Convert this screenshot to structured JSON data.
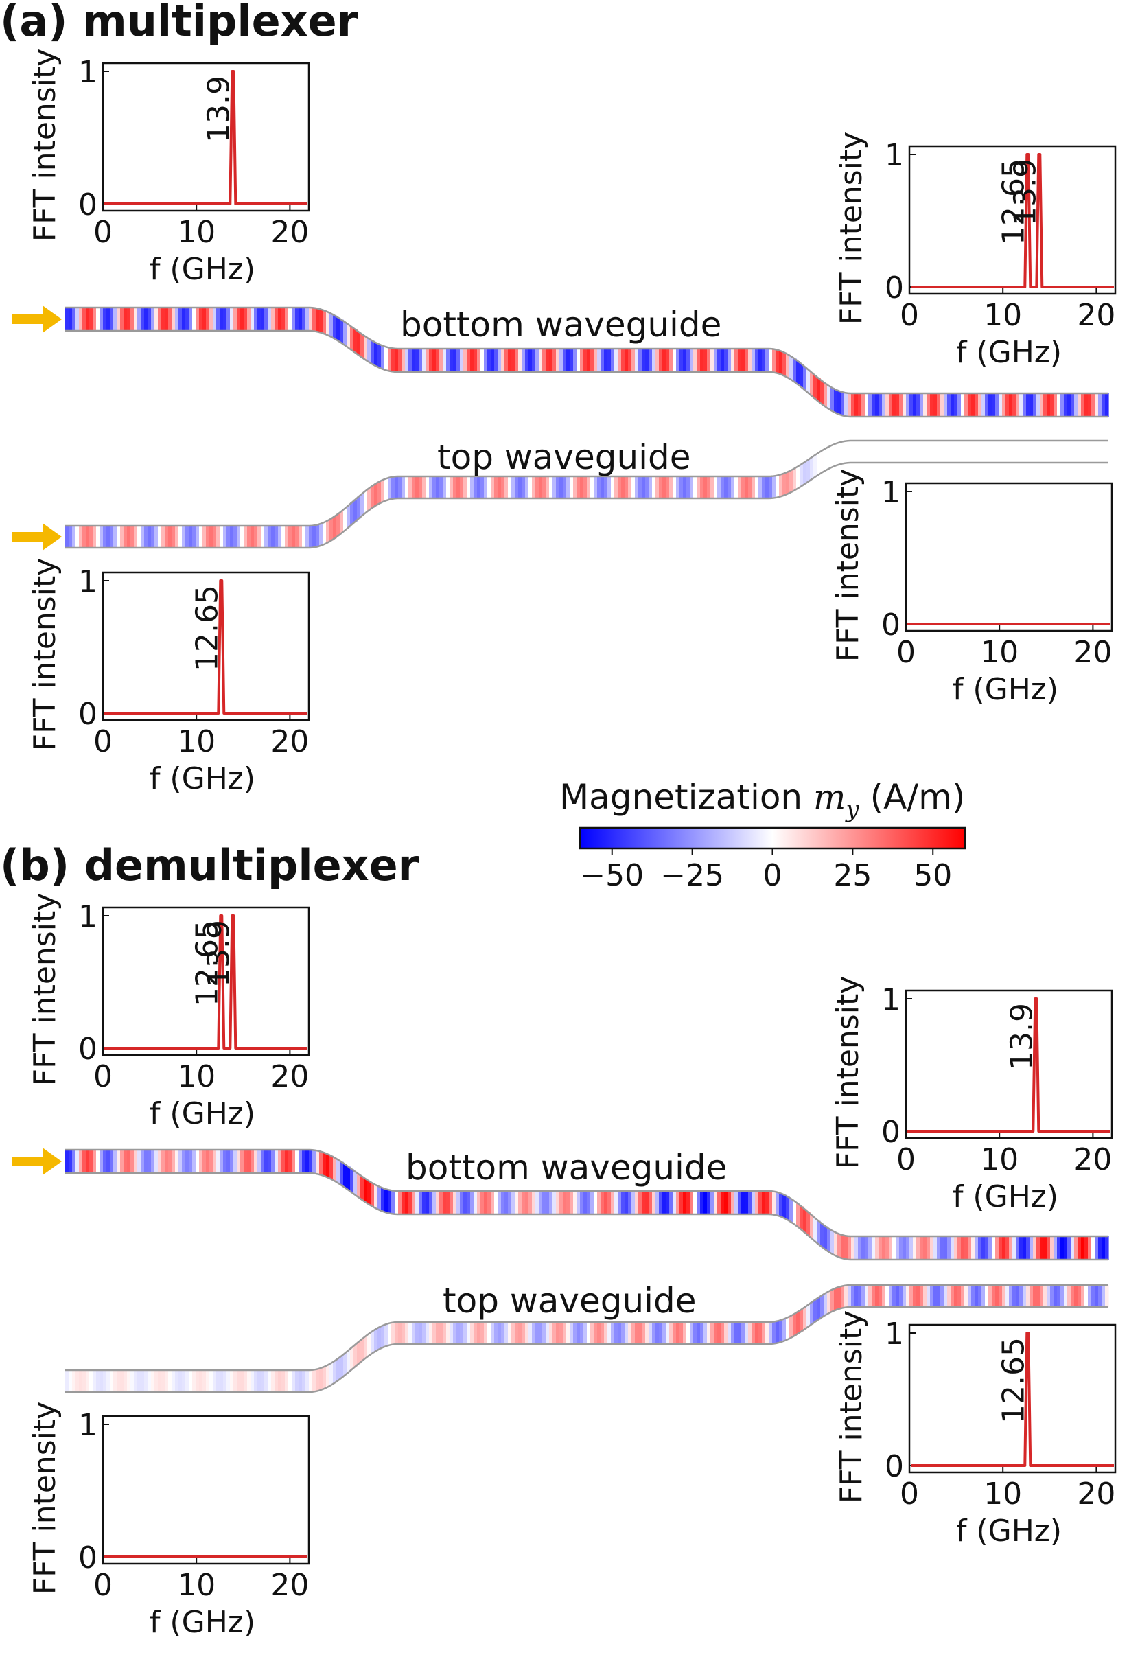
{
  "panels": {
    "a": {
      "title": "(a) multiplexer"
    },
    "b": {
      "title": "(b) demultiplexer"
    }
  },
  "waveguides": {
    "a_bottom": "bottom waveguide",
    "a_top": "top waveguide",
    "b_bottom": "bottom waveguide",
    "b_top": "top waveguide"
  },
  "colorbar": {
    "label_prefix": "Magnetization ",
    "label_symbol": "m",
    "label_subscript": "y",
    "label_suffix": " (A/m)",
    "ticks": [
      "−50",
      "−25",
      "0",
      "25",
      "50"
    ],
    "colormap": [
      "#0000ff",
      "#ffffff",
      "#ff0000"
    ],
    "range": [
      -60,
      60
    ]
  },
  "arrow_color": "#f5b800",
  "chart_data": [
    {
      "id": "a-input-bottom",
      "type": "line",
      "xlabel": "f (GHz)",
      "ylabel": "FFT intensity",
      "xlim": [
        0,
        21
      ],
      "ylim": [
        0,
        1
      ],
      "xticks": [
        "0",
        "10",
        "20"
      ],
      "yticks": [
        "0",
        "1"
      ],
      "peaks": [
        {
          "x": 13.9,
          "y": 1,
          "label": "13.9"
        }
      ],
      "line_color": "#d62728"
    },
    {
      "id": "a-output-bottom",
      "type": "line",
      "xlabel": "f (GHz)",
      "ylabel": "FFT intensity",
      "xlim": [
        0,
        21
      ],
      "ylim": [
        0,
        1
      ],
      "xticks": [
        "0",
        "10",
        "20"
      ],
      "yticks": [
        "0",
        "1"
      ],
      "peaks": [
        {
          "x": 12.65,
          "y": 1,
          "label": "12.65"
        },
        {
          "x": 13.9,
          "y": 1,
          "label": "13.9"
        }
      ],
      "line_color": "#d62728"
    },
    {
      "id": "a-output-top",
      "type": "line",
      "xlabel": "f (GHz)",
      "ylabel": "FFT intensity",
      "xlim": [
        0,
        21
      ],
      "ylim": [
        0,
        1
      ],
      "xticks": [
        "0",
        "10",
        "20"
      ],
      "yticks": [
        "0",
        "1"
      ],
      "peaks": [],
      "line_color": "#d62728"
    },
    {
      "id": "a-input-top",
      "type": "line",
      "xlabel": "f (GHz)",
      "ylabel": "FFT intensity",
      "xlim": [
        0,
        21
      ],
      "ylim": [
        0,
        1
      ],
      "xticks": [
        "0",
        "10",
        "20"
      ],
      "yticks": [
        "0",
        "1"
      ],
      "peaks": [
        {
          "x": 12.65,
          "y": 1,
          "label": "12.65"
        }
      ],
      "line_color": "#d62728"
    },
    {
      "id": "b-input-bottom",
      "type": "line",
      "xlabel": "f (GHz)",
      "ylabel": "FFT intensity",
      "xlim": [
        0,
        21
      ],
      "ylim": [
        0,
        1
      ],
      "xticks": [
        "0",
        "10",
        "20"
      ],
      "yticks": [
        "0",
        "1"
      ],
      "peaks": [
        {
          "x": 12.65,
          "y": 1,
          "label": "12.65"
        },
        {
          "x": 13.9,
          "y": 1,
          "label": "13.9"
        }
      ],
      "line_color": "#d62728"
    },
    {
      "id": "b-output-bottom",
      "type": "line",
      "xlabel": "f (GHz)",
      "ylabel": "FFT intensity",
      "xlim": [
        0,
        21
      ],
      "ylim": [
        0,
        1
      ],
      "xticks": [
        "0",
        "10",
        "20"
      ],
      "yticks": [
        "0",
        "1"
      ],
      "peaks": [
        {
          "x": 13.9,
          "y": 1,
          "label": "13.9"
        }
      ],
      "line_color": "#d62728"
    },
    {
      "id": "b-output-top",
      "type": "line",
      "xlabel": "f (GHz)",
      "ylabel": "FFT intensity",
      "xlim": [
        0,
        21
      ],
      "ylim": [
        0,
        1
      ],
      "xticks": [
        "0",
        "10",
        "20"
      ],
      "yticks": [
        "0",
        "1"
      ],
      "peaks": [
        {
          "x": 12.65,
          "y": 1,
          "label": "12.65"
        }
      ],
      "line_color": "#d62728"
    },
    {
      "id": "b-input-top",
      "type": "line",
      "xlabel": "f (GHz)",
      "ylabel": "FFT intensity",
      "xlim": [
        0,
        21
      ],
      "ylim": [
        0,
        1
      ],
      "xticks": [
        "0",
        "10",
        "20"
      ],
      "yticks": [
        "0",
        "1"
      ],
      "peaks": [],
      "line_color": "#d62728"
    }
  ]
}
